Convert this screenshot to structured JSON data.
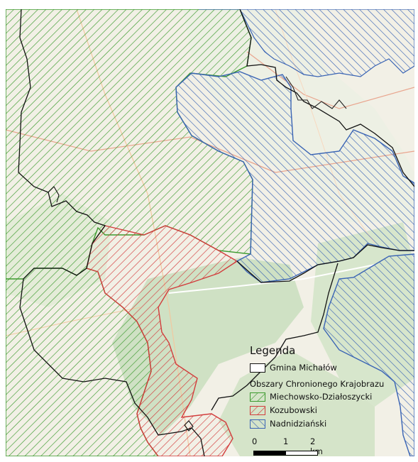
{
  "legend": {
    "title": "Legenda",
    "boundary": {
      "label": "Gmina Michałów",
      "color": "#000000"
    },
    "group_title": "Obszary Chronionego Krajobrazu",
    "areas": [
      {
        "label": "Miechowsko-Działoszycki",
        "color": "#3c9a2e"
      },
      {
        "label": "Kozubowski",
        "color": "#d23c3c"
      },
      {
        "label": "Nadnidziański",
        "color": "#3a64b4"
      }
    ]
  },
  "scalebar": {
    "ticks": [
      "0",
      "1",
      "2 km"
    ]
  }
}
